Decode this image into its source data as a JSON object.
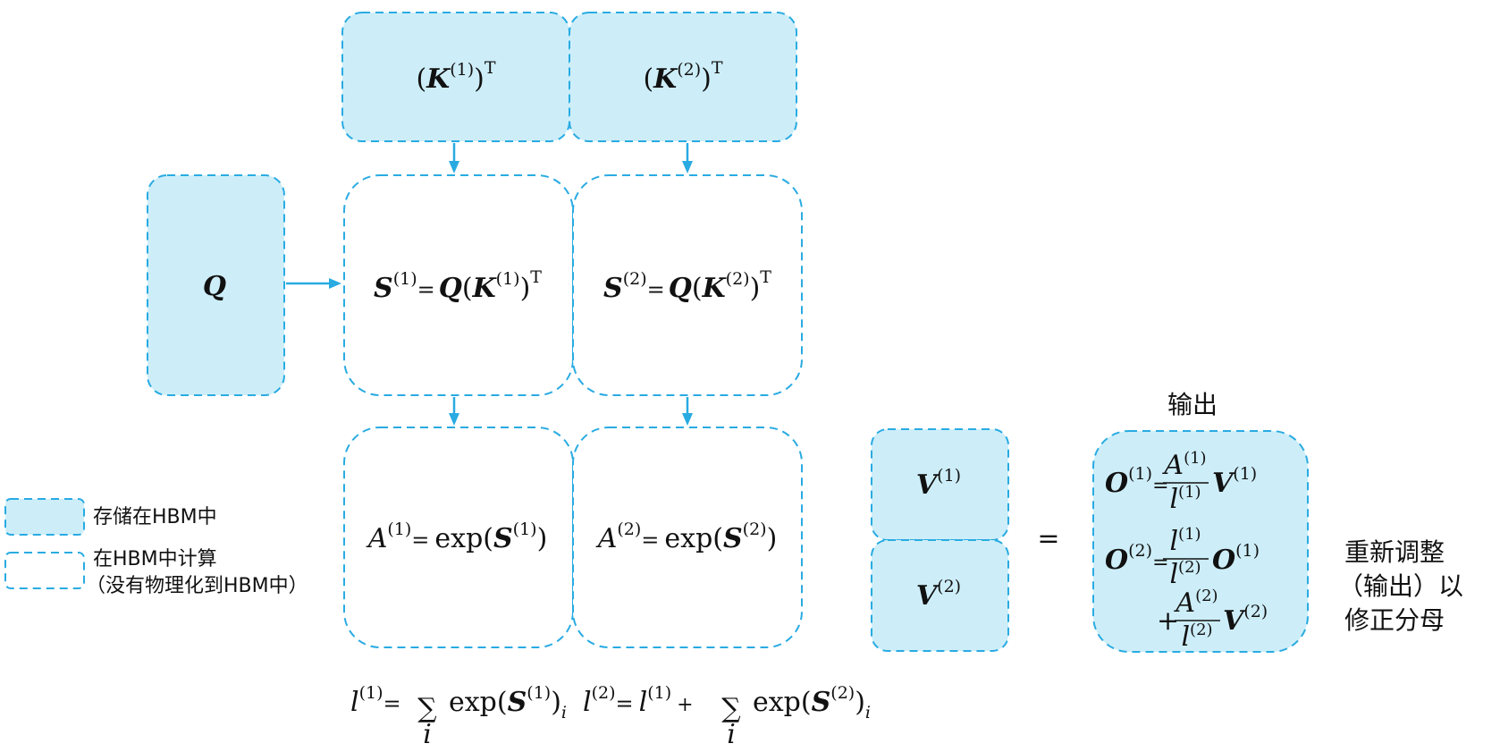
{
  "blocks": {
    "k1": {
      "base": "K",
      "sup": "(1)",
      "transpose": "T"
    },
    "k2": {
      "base": "K",
      "sup": "(2)",
      "transpose": "T"
    },
    "q": {
      "label": "Q"
    },
    "s1": {
      "lhs": "S",
      "lhs_sup": "(1)",
      "eq": "=",
      "q": "Q",
      "k": "K",
      "k_sup": "(1)",
      "t": "T"
    },
    "s2": {
      "lhs": "S",
      "lhs_sup": "(2)",
      "eq": "=",
      "q": "Q",
      "k": "K",
      "k_sup": "(2)",
      "t": "T"
    },
    "a1": {
      "lhs": "A",
      "lhs_sup": "(1)",
      "eq": "=",
      "fn": "exp",
      "arg": "S",
      "arg_sup": "(1)"
    },
    "a2": {
      "lhs": "A",
      "lhs_sup": "(2)",
      "eq": "=",
      "fn": "exp",
      "arg": "S",
      "arg_sup": "(2)"
    },
    "v1": {
      "base": "V",
      "sup": "(1)"
    },
    "v2": {
      "base": "V",
      "sup": "(2)"
    }
  },
  "equals_sign": "=",
  "output": {
    "title": "输出",
    "o1": {
      "lhs": "O",
      "lhs_sup": "(1)",
      "eq": "=",
      "num": "A",
      "num_sup": "(1)",
      "den": "l",
      "den_sup": "(1)",
      "v": "V",
      "v_sup": "(1)"
    },
    "o2": {
      "lhs": "O",
      "lhs_sup": "(2)",
      "eq": "=",
      "num": "l",
      "num_sup": "(1)",
      "den": "l",
      "den_sup": "(2)",
      "o": "O",
      "o_sup": "(1)",
      "plus": "+",
      "num2": "A",
      "num2_sup": "(2)",
      "den2": "l",
      "den2_sup": "(2)",
      "v": "V",
      "v_sup": "(2)"
    }
  },
  "rescale_note": [
    "重新调整",
    "（输出）以",
    "修正分母"
  ],
  "formulas_bottom": {
    "l1": {
      "lhs": "l",
      "lhs_sup": "(1)",
      "eq": "=",
      "sum": "∑",
      "idx": "i",
      "fn": "exp",
      "arg": "S",
      "arg_sup": "(1)"
    },
    "l2": {
      "lhs": "l",
      "lhs_sup": "(2)",
      "eq": "=",
      "prev": "l",
      "prev_sup": "(1)",
      "plus": "+",
      "sum": "∑",
      "idx": "i",
      "fn": "exp",
      "arg": "S",
      "arg_sup": "(2)"
    }
  },
  "legend": {
    "stored": "存储在HBM中",
    "computed_line1": "在HBM中计算",
    "computed_line2": "（没有物理化到HBM中）"
  },
  "colors": {
    "fill": "#cdeef9",
    "stroke": "#29abe2"
  }
}
